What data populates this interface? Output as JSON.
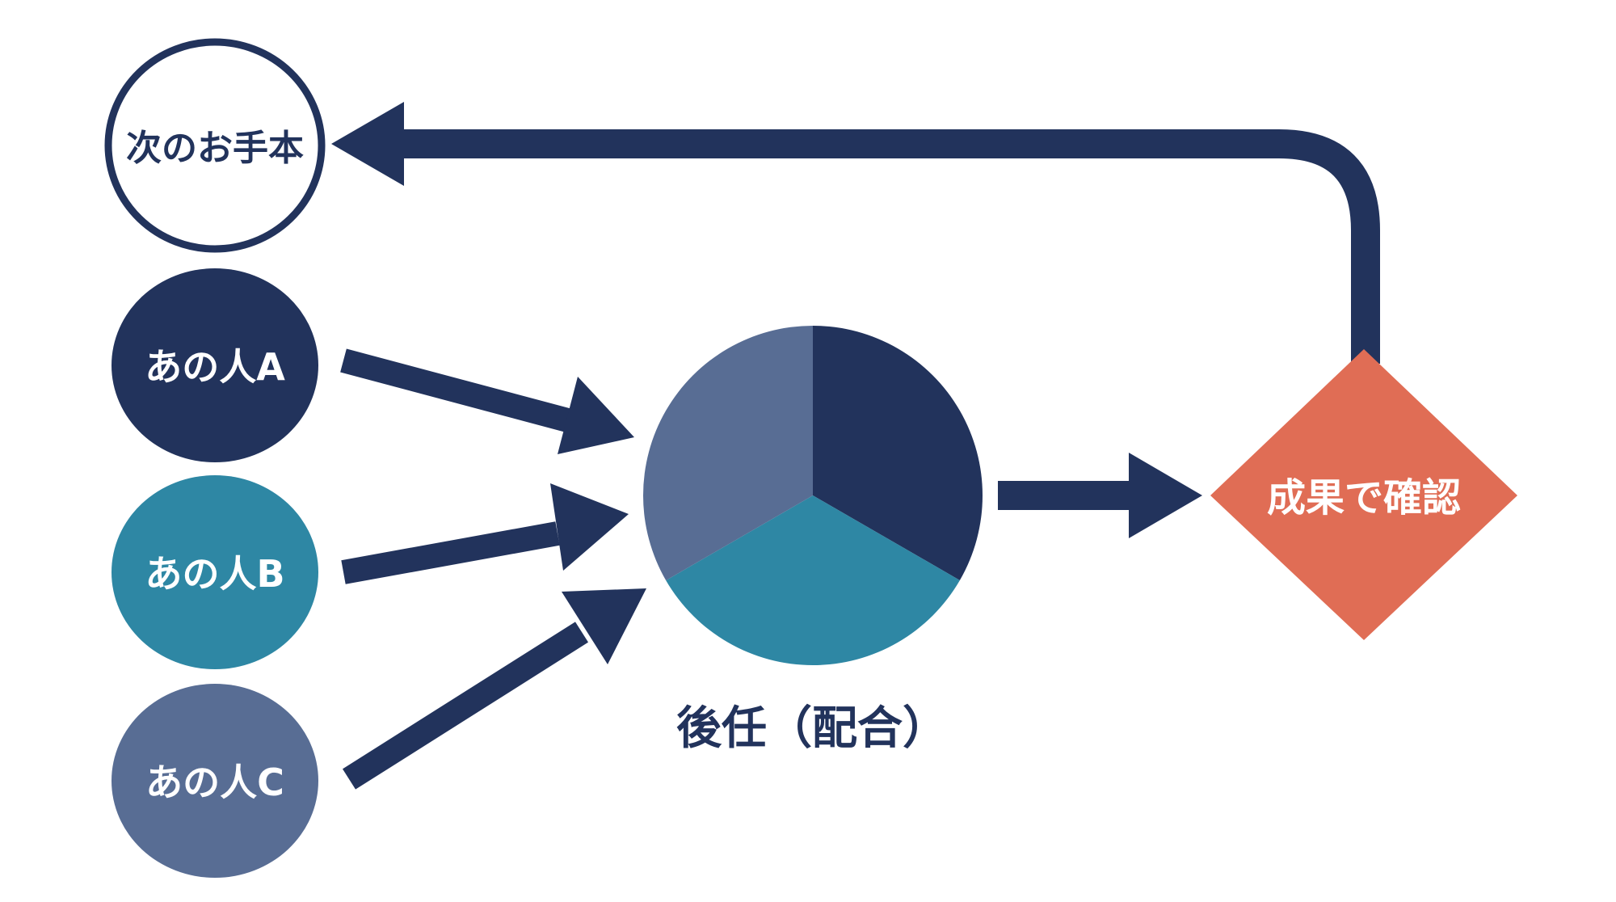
{
  "colors": {
    "navy": "#22335c",
    "teal": "#2e87a4",
    "slate": "#586d94",
    "coral": "#e06d55",
    "white": "#ffffff"
  },
  "nodes": {
    "next_model": {
      "label": "次のお手本"
    },
    "person_a": {
      "label": "あの人A"
    },
    "person_b": {
      "label": "あの人B"
    },
    "person_c": {
      "label": "あの人C"
    },
    "successor": {
      "label": "後任（配合）"
    },
    "check": {
      "label": "成果で確認"
    }
  },
  "blend": {
    "type": "pie",
    "slices": [
      {
        "source": "あの人A",
        "share": 0.3333,
        "color": "#22335c"
      },
      {
        "source": "あの人B",
        "share": 0.3333,
        "color": "#2e87a4"
      },
      {
        "source": "あの人C",
        "share": 0.3334,
        "color": "#586d94"
      }
    ]
  }
}
